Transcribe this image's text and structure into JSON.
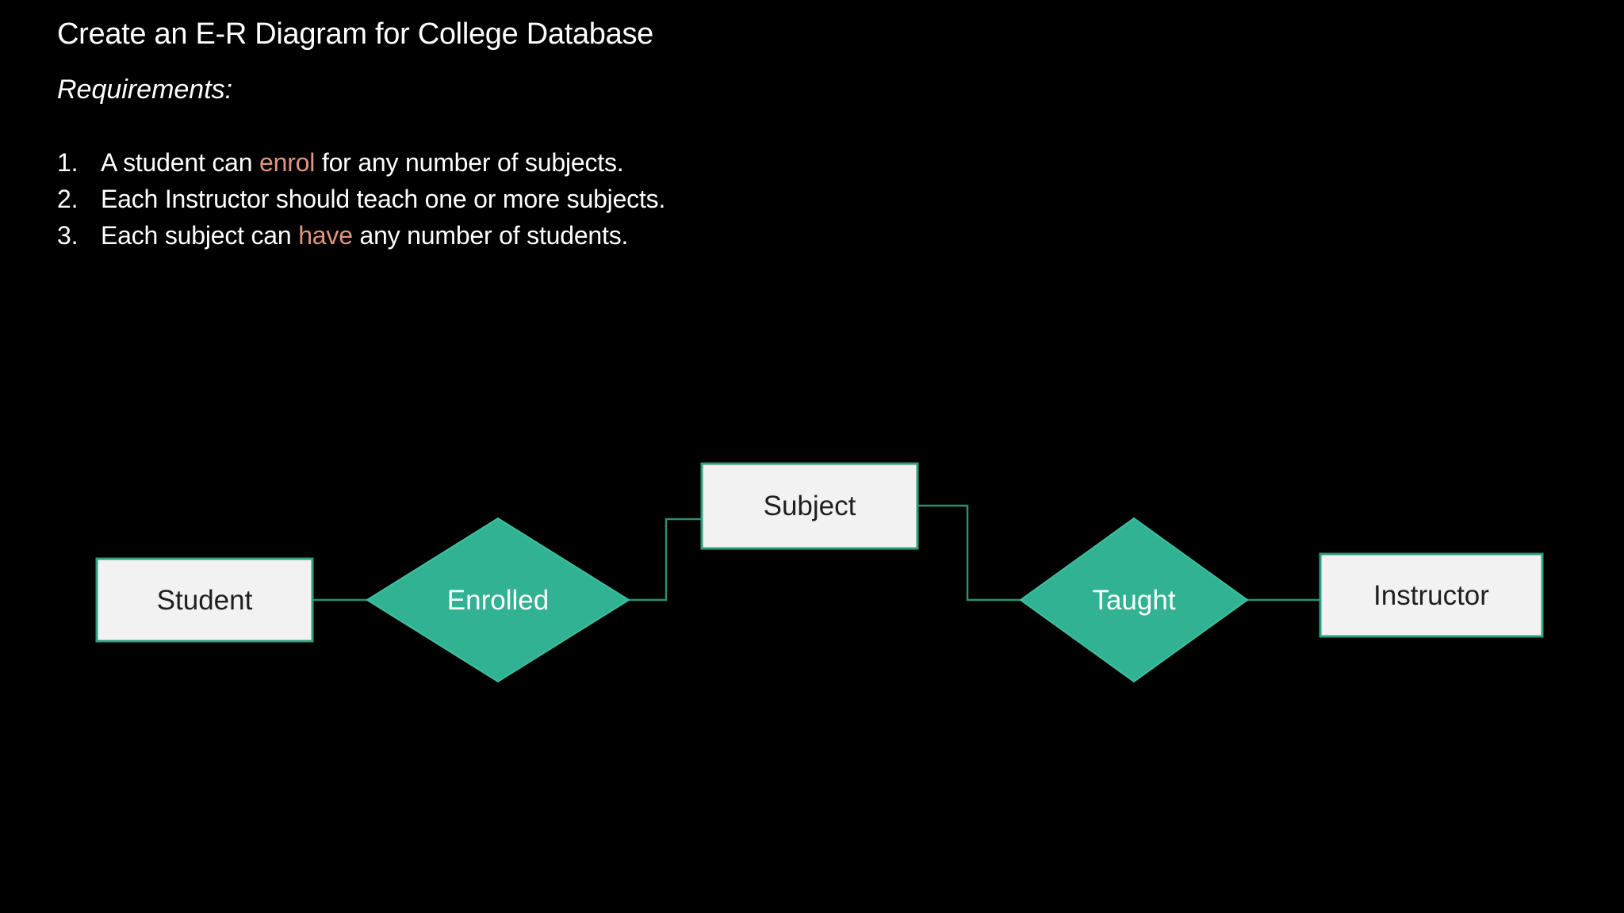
{
  "slide": {
    "title": "Create an E-R Diagram for College Database",
    "requirements_label": "Requirements:",
    "requirements": [
      {
        "number": "1.",
        "pre": "A student can ",
        "highlight": "enrol",
        "post": " for any number of subjects."
      },
      {
        "number": "2.",
        "pre": "Each Instructor should teach one or more subjects.",
        "highlight": "",
        "post": ""
      },
      {
        "number": "3.",
        "pre": "Each subject can ",
        "highlight": "have",
        "post": " any number of students."
      }
    ]
  },
  "diagram": {
    "entities": {
      "student": "Student",
      "subject": "Subject",
      "instructor": "Instructor"
    },
    "relationships": {
      "enrolled": "Enrolled",
      "taught": "Taught"
    },
    "connections": [
      "Student - Enrolled",
      "Enrolled - Subject",
      "Subject - Taught",
      "Taught - Instructor"
    ]
  },
  "colors": {
    "background": "#000000",
    "title_text": "#ffffff",
    "body_text": "#ffffff",
    "highlight_text": "#e0957e",
    "entity_fill": "#f2f2f2",
    "entity_border": "#2f9e7f",
    "entity_text": "#1f1f1f",
    "relationship_fill": "#31b292",
    "relationship_border": "#3fbf9f",
    "relationship_text": "#ffffff",
    "connector": "#2f8d6f"
  }
}
